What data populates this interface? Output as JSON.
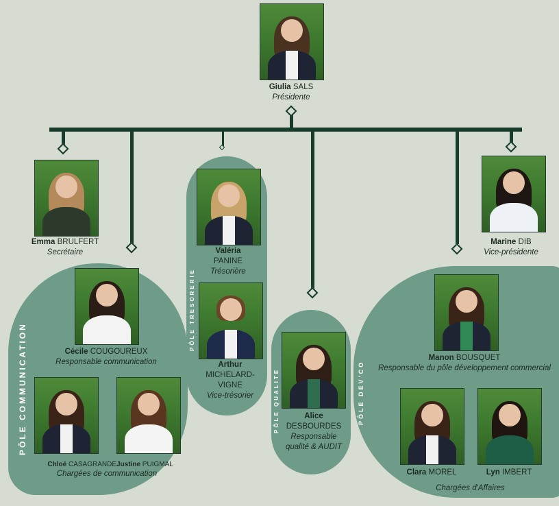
{
  "president": {
    "first": "Giulia",
    "last": "SALS",
    "role": "Présidente"
  },
  "left": {
    "secretary": {
      "first": "Emma",
      "last": "BRULFERT",
      "role": "Secrétaire"
    }
  },
  "right": {
    "vice_president": {
      "first": "Marine",
      "last": "DIB",
      "role": "Vice-présidente"
    }
  },
  "pole_communication": {
    "label": "PÔLE COMMUNICATION",
    "lead": {
      "first": "Cécile",
      "last": "COUGOUREUX",
      "role": "Responsable communication"
    },
    "members": [
      {
        "first": "Chloé",
        "last": "CASAGRANDE"
      },
      {
        "first": "Justine",
        "last": "PUIGMAL"
      }
    ],
    "members_role": "Chargées de communication"
  },
  "pole_tresorerie": {
    "label": "PÔLE TRESORERIE",
    "treasurer": {
      "first": "Valéria",
      "last": "PANINE",
      "role": "Trésorière"
    },
    "vice_treasurer": {
      "first": "Arthur",
      "last": "MICHELARD-VIGNE",
      "role": "Vice-trésorier"
    }
  },
  "pole_qualite": {
    "label": "PÔLE QUALITE",
    "lead": {
      "first": "Alice",
      "last": "DESBOURDES",
      "role": "Responsable qualité & AUDIT"
    }
  },
  "pole_devco": {
    "label": "PÔLE DEV'CO",
    "lead": {
      "first": "Manon",
      "last": "BOUSQUET",
      "role": "Responsable du pôle développement commercial"
    },
    "members": [
      {
        "first": "Clara",
        "last": "MOREL"
      },
      {
        "first": "Lyn",
        "last": "IMBERT"
      }
    ],
    "members_role": "Chargées d'Affaires"
  },
  "colors": {
    "background": "#d6dcd2",
    "pill": "#6e9c88",
    "line": "#173c2b"
  }
}
